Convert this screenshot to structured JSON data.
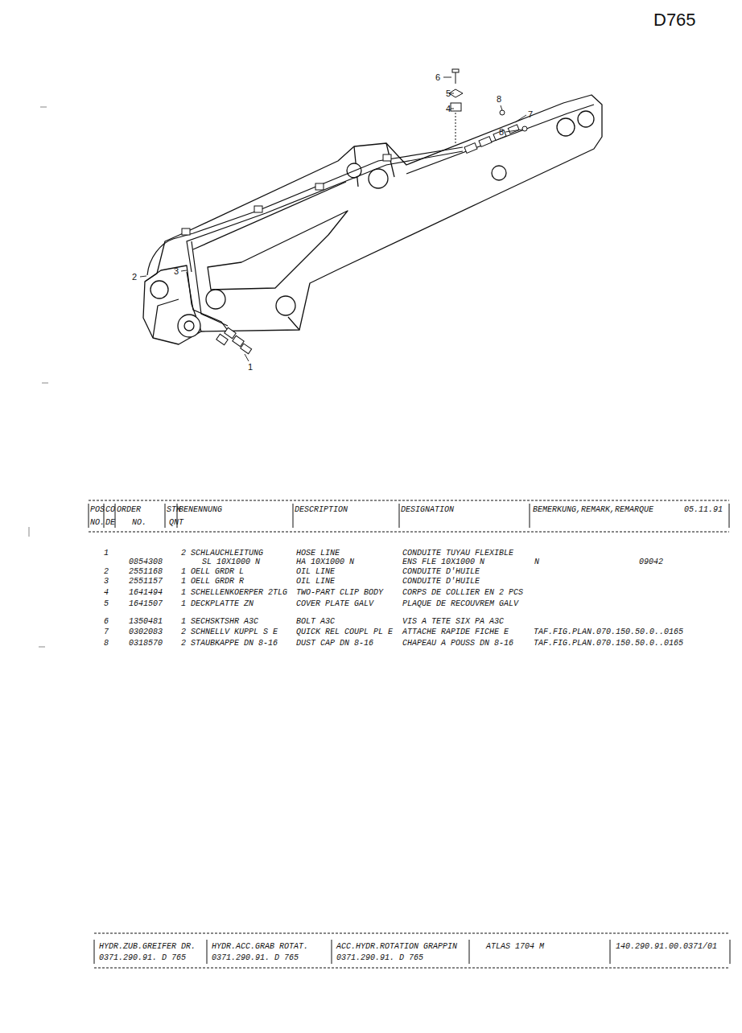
{
  "diagram": {
    "title": "D765",
    "labels": [
      "6",
      "5",
      "4",
      "8",
      "7",
      "8",
      "2",
      "3",
      "1",
      "POS",
      "CO",
      "ORDER",
      "STK",
      "BENENNUNG",
      "DESCRIPTION",
      "DESIGNATION",
      "BEMERKUNG,REMARK,REMARQUE",
      "05.11.91",
      "NO.",
      "DE",
      "NO.",
      "QNT",
      "1",
      "2",
      "SCHLAUCHLEITUNG",
      "HOSE LINE",
      "CONDUITE TUYAU FLEXIBLE",
      "0854308",
      "SL 10X1000 N",
      "HA 10X1000 N",
      "ENS FLE 10X1000 N",
      "N",
      "09042",
      "2",
      "2551168",
      "1",
      "OELL GRDR L",
      "OIL LINE",
      "CONDUITE D'HUILE",
      "3",
      "2551157",
      "1",
      "OELL GRDR R",
      "OIL LINE",
      "CONDUITE D'HUILE",
      "4",
      "1641494",
      "1",
      "SCHELLENKOERPER 2TLG",
      "TWO-PART CLIP BODY",
      "CORPS DE COLLIER EN 2 PCS",
      "5",
      "1641507",
      "1",
      "DECKPLATTE ZN",
      "COVER PLATE GALV",
      "PLAQUE DE RECOUVREM GALV",
      "6",
      "1350481",
      "1",
      "SECHSKTSHR A3C",
      "BOLT A3C",
      "VIS A TETE SIX PA A3C",
      "7",
      "0302083",
      "2",
      "SCHNELLV KUPPL S E",
      "QUICK REL COUPL PL E",
      "ATTACHE RAPIDE FICHE E",
      "TAF.FIG.PLAN.070.150.50.0..0165",
      "8",
      "0318570",
      "2",
      "STAUBKAPPE DN 8-16",
      "DUST CAP DN 8-16",
      "CHAPEAU A POUSS DN 8-16",
      "TAF.FIG.PLAN.070.150.50.0..0165",
      "HYDR.ZUB.GREIFER DR.",
      "HYDR.ACC.GRAB ROTAT.",
      "ACC.HYDR.ROTATION GRAPPIN",
      "ATLAS 1704 M",
      "140.290.91.00.0371/01",
      "0371.290.91. D 765",
      "0371.290.91. D 765",
      "0371.290.91. D 765"
    ]
  }
}
